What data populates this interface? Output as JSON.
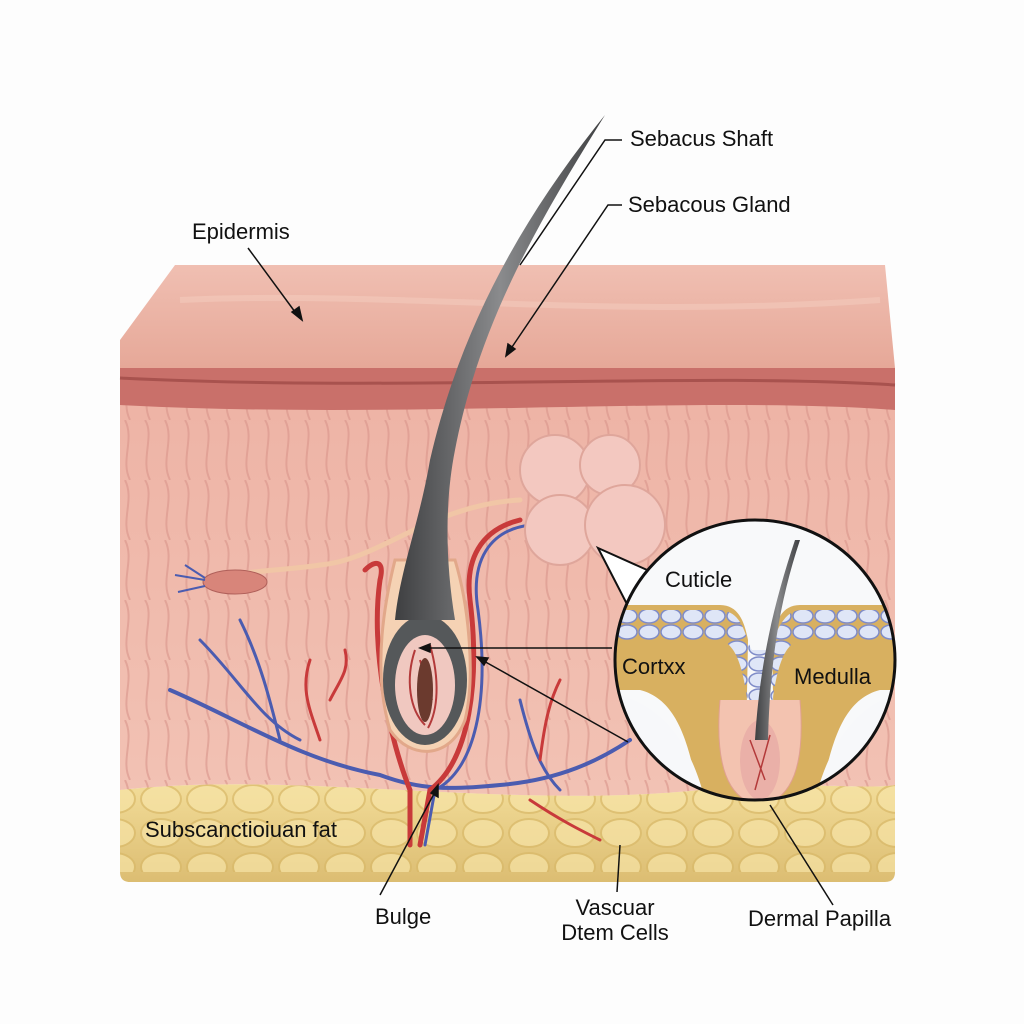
{
  "labels": {
    "sebacus_shaft": "Sebacus Shaft",
    "sebacous_gland": "Sebacous Gland",
    "epidermis": "Epidermis",
    "cuticle": "Cuticle",
    "cortex": "Cortxx",
    "medulla": "Medulla",
    "subcutaneous_fat": "Subscanctioiuan fat",
    "bulge": "Bulge",
    "vascular_line1": "Vascuar",
    "vascular_line2": "Dtem Cells",
    "dermal_papilla": "Dermal Papilla"
  },
  "colors": {
    "epidermis": "#eab3a6",
    "dermis": "#efb9ac",
    "red_band": "#c9706a",
    "fat": "#ecd38b",
    "hair": "#5e5f61",
    "artery": "#c83a3a",
    "vein": "#4b5cb0"
  }
}
